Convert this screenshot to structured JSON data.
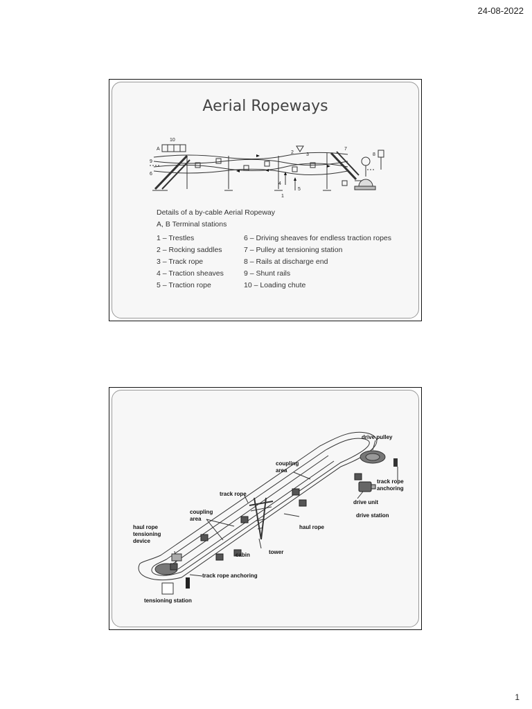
{
  "header": {
    "date": "24-08-2022"
  },
  "footer": {
    "page_number": "1"
  },
  "slide1": {
    "title": "Aerial Ropeways",
    "diagram_numbers": [
      "10",
      "A",
      "9",
      "6",
      "2",
      "3",
      "7",
      "8",
      "4",
      "1",
      "5"
    ],
    "legend_heading": "Details of a by-cable Aerial Ropeway",
    "legend_sub": "A, B  Terminal stations",
    "legend_left": [
      "1 – Trestles",
      "2 – Rocking saddles",
      "3 – Track rope",
      "4 – Traction sheaves",
      "5 – Traction rope"
    ],
    "legend_right": [
      "6 – Driving sheaves for endless traction ropes",
      "7 – Pulley at tensioning station",
      "8 – Rails at discharge end",
      "9 – Shunt rails",
      "10 – Loading chute"
    ]
  },
  "slide2": {
    "labels": {
      "drive_pulley": "drive pulley",
      "coupling_area_top_1": "coupling",
      "coupling_area_top_2": "area",
      "track_rope_anchoring_right_1": "track rope",
      "track_rope_anchoring_right_2": "anchoring",
      "track_rope": "track rope",
      "drive_unit": "drive unit",
      "drive_station": "drive station",
      "coupling_area_left_1": "coupling",
      "coupling_area_left_2": "area",
      "haul_rope_tensioning_1": "haul rope",
      "haul_rope_tensioning_2": "tensioning",
      "haul_rope_tensioning_3": "device",
      "haul_rope": "haul  rope",
      "cabin": "cabin",
      "tower": "tower",
      "track_rope_anchoring_bottom": "track rope anchoring",
      "tensioning_station": "tensioning station"
    }
  }
}
